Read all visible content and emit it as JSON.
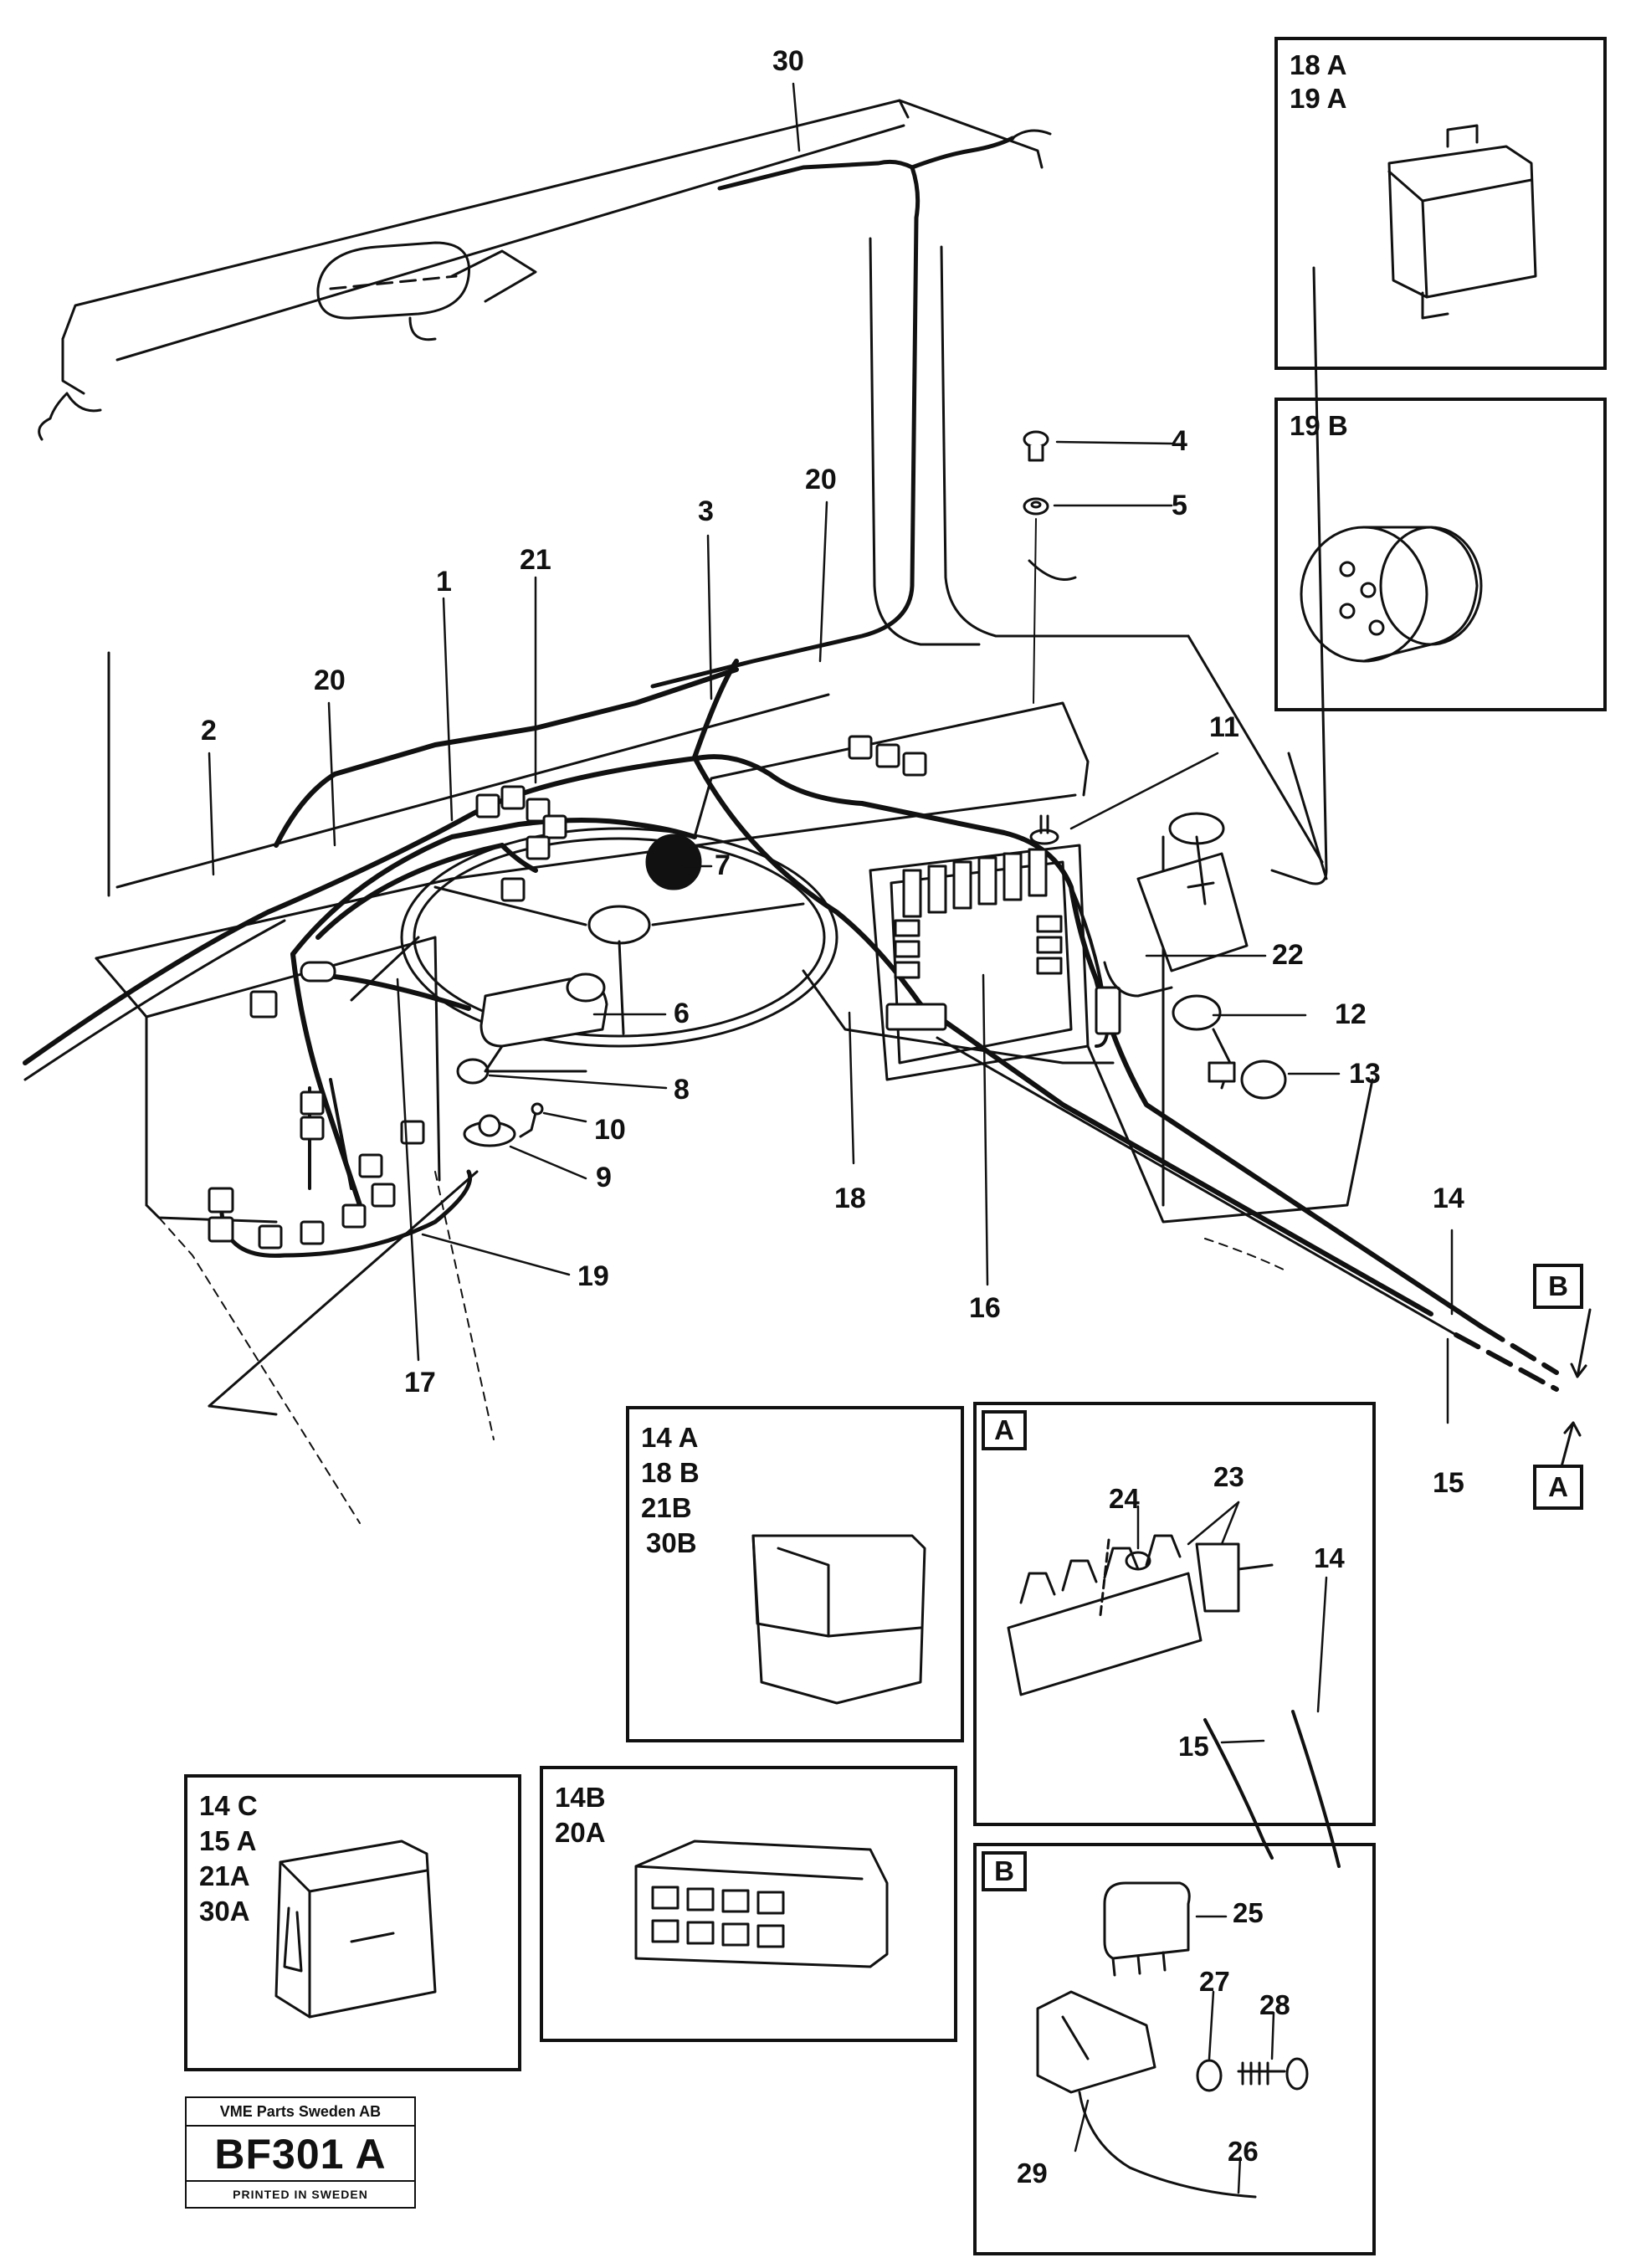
{
  "callouts": [
    "30",
    "4",
    "5",
    "3",
    "20",
    "21",
    "1",
    "20",
    "2",
    "11",
    "7",
    "22",
    "12",
    "6",
    "13",
    "8",
    "10",
    "9",
    "18",
    "16",
    "14",
    "15",
    "19",
    "17"
  ],
  "ref_letters": {
    "b": "B",
    "a": "A"
  },
  "panels": {
    "p18a": {
      "lines": [
        "18 A",
        "19 A"
      ]
    },
    "p19b": {
      "lines": [
        "19 B"
      ]
    },
    "p14a": {
      "lines": [
        "14 A",
        "18 B",
        "21B",
        "30B"
      ]
    },
    "detail_a": {
      "tag": "A",
      "callouts": [
        "23",
        "24",
        "14",
        "15"
      ]
    },
    "p14c": {
      "lines": [
        "14 C",
        "15 A",
        "21A",
        "30A"
      ]
    },
    "p14b": {
      "lines": [
        "14B",
        "20A"
      ]
    },
    "detail_b": {
      "tag": "B",
      "callouts": [
        "25",
        "27",
        "28",
        "26",
        "29"
      ]
    }
  },
  "stamp": {
    "company": "VME Parts Sweden AB",
    "code": "BF301 A",
    "printed": "PRINTED IN SWEDEN"
  }
}
